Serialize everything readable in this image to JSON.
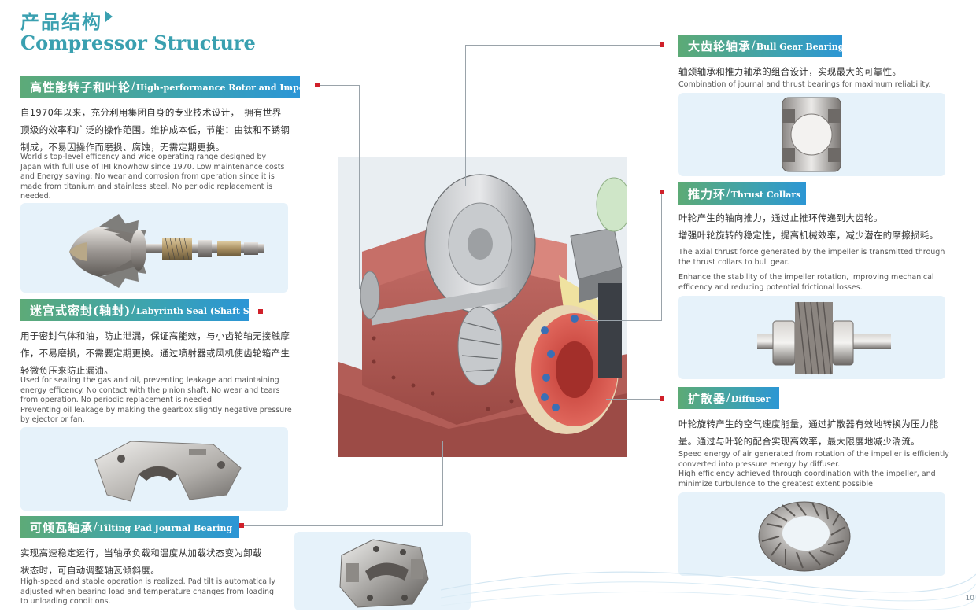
{
  "header": {
    "title_cn": "产品结构",
    "title_en": "Compressor  Structure"
  },
  "sections": {
    "rotor": {
      "title_cn": "高性能转子和叶轮",
      "title_en": "High-performance Rotor and Impeller",
      "body_cn": [
        "自1970年以来，充分利用集团自身的专业技术设计，　拥有世界",
        "顶级的效率和广泛的操作范围。维护成本低，节能：由钛和不锈钢",
        "制成，不易因操作而磨损、腐蚀，无需定期更换。"
      ],
      "body_en": [
        "World's top-level efficency and wide operating range designed by",
        "Japan with full use of IHI knowhow  since 1970. Low maintenance costs",
        "and Energy saving: No wear and corrosion from operation since it is",
        "made from titanium and stainless steel. No periodic replacement is",
        "needed."
      ]
    },
    "seal": {
      "title_cn": "迷宫式密封(轴封)",
      "title_en": "Labyrinth Seal (Shaft Seal)",
      "body_cn": [
        "用于密封气体和油，防止泄漏，保证高能效，与小齿轮轴无接触摩",
        "作，不易磨损，不需要定期更换。通过喷射器或风机使齿轮箱产生",
        "轻微负压来防止漏油。"
      ],
      "body_en": [
        "Used for sealing the gas and oil, preventing leakage and maintaining",
        "energy efficency. No contact with the pinion shaft. No wear and tears",
        "from operation. No periodic replacement is needed.",
        "Preventing oil leakage by making the gearbox slightly negative pressure",
        "by ejector or fan."
      ]
    },
    "tilting": {
      "title_cn": "可倾瓦轴承",
      "title_en": "Tilting Pad Journal Bearing",
      "body_cn": [
        "实现高速稳定运行，当轴承负载和温度从加载状态变为卸载",
        "状态时，可自动调整轴瓦倾斜度。"
      ],
      "body_en": [
        "High-speed and stable operation is realized. Pad tilt is automatically",
        "adjusted when bearing load and temperature changes from loading",
        " to unloading conditions."
      ]
    },
    "bullgear": {
      "title_cn": "大齿轮轴承",
      "title_en": "Bull Gear Bearing",
      "body_cn": [
        "轴颈轴承和推力轴承的组合设计，实现最大的可靠性。"
      ],
      "body_en": [
        "Combination of journal and thrust bearings for maximum reliability."
      ]
    },
    "thrust": {
      "title_cn": "推力环",
      "title_en": "Thrust Collars",
      "body_cn": [
        "叶轮产生的轴向推力，通过止推环传递到大齿轮。",
        "增强叶轮旋转的稳定性，提高机械效率，减少潜在的摩擦损耗。"
      ],
      "body_en": [
        "The axial thrust force generated by the impeller is transmitted through",
        "the thrust collars to bull gear.",
        "Enhance the stability of the impeller rotation, improving mechanical",
        "efficency and reducing potential frictional losses."
      ]
    },
    "diffuser": {
      "title_cn": "扩散器",
      "title_en": "Diffuser",
      "body_cn": [
        "叶轮旋转产生的空气速度能量，通过扩散器有效地转换为压力能",
        "量。通过与叶轮的配合实现高效率，最大限度地减少湍流。"
      ],
      "body_en": [
        "Speed energy of air generated from rotation of the impeller is efficiently",
        "converted into pressure energy by diffuser.",
        "High efficiency achieved through coordination with the impeller, and",
        "minimize turbulence to the  greatest extent possible."
      ]
    }
  },
  "colors": {
    "accent": "#3aa0b0",
    "marker": "#d0202a",
    "card": "#e6f2fa",
    "casing": "#b85b55"
  },
  "page_number": "10"
}
